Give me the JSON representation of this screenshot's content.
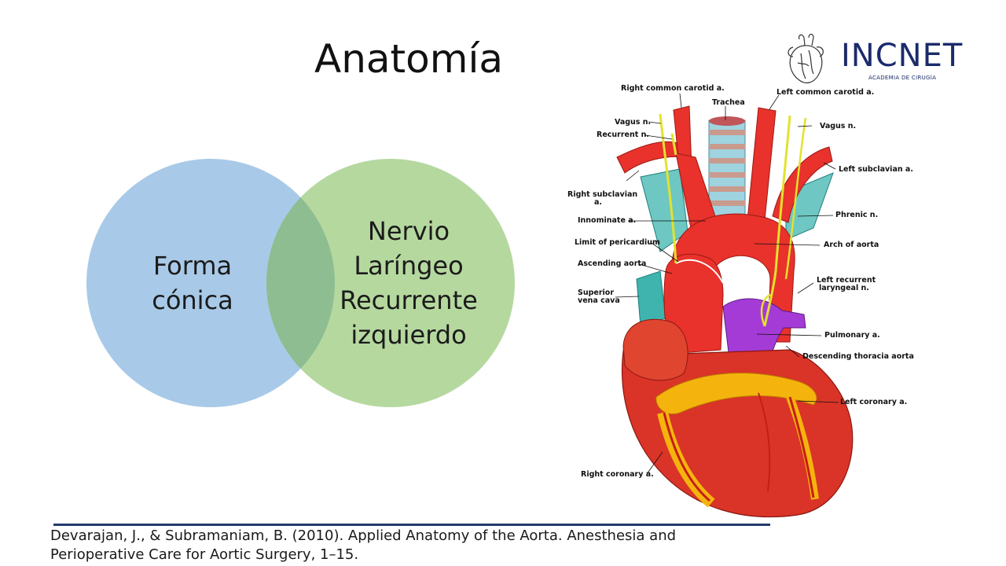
{
  "slide": {
    "title": "Anatomía",
    "citation": "Devarajan, J., & Subramaniam, B. (2010). Applied Anatomy of the Aorta. Anesthesia and Perioperative Care for Aortic Surgery, 1–15."
  },
  "logo": {
    "name": "INCNET",
    "tagline": "ACADEMIA DE CIRUGÍA",
    "icon": "anatomical-heart-icon"
  },
  "venn": {
    "left_lines": [
      "Forma",
      "cónica"
    ],
    "right_lines": [
      "Nervio",
      "Laríngeo",
      "Recurrente",
      "izquierdo"
    ],
    "colors": {
      "left": "#a8cae8",
      "right": "#b5d89f",
      "overlap": "#8dbd91"
    }
  },
  "figure": {
    "labels": {
      "right_common_carotid": "Right common carotid a.",
      "left_common_carotid": "Left common carotid a.",
      "trachea": "Trachea",
      "vagus_left": "Vagus n.",
      "vagus_right": "Vagus n.",
      "recurrent": "Recurrent n.",
      "left_subclavian": "Left subclavian a.",
      "right_subclavian_1": "Right subclavian",
      "right_subclavian_2": "a.",
      "phrenic": "Phrenic n.",
      "innominate": "Innominate a.",
      "limit_pericardium": "Limit of pericardium",
      "arch_aorta": "Arch of aorta",
      "ascending_aorta": "Ascending aorta",
      "left_recurrent_1": "Left recurrent",
      "left_recurrent_2": "laryngeal n.",
      "svc_1": "Superior",
      "svc_2": "vena cava",
      "pulmonary": "Pulmonary a.",
      "descending": "Descending thoracia aorta",
      "left_coronary": "Left coronary a.",
      "right_coronary": "Right coronary a."
    },
    "colors": {
      "artery": "#e8322b",
      "nerve": "#e3e22e",
      "pulmonary": "#a43bd6",
      "vein": "#3fb3ad",
      "fat": "#f5b40d"
    }
  }
}
